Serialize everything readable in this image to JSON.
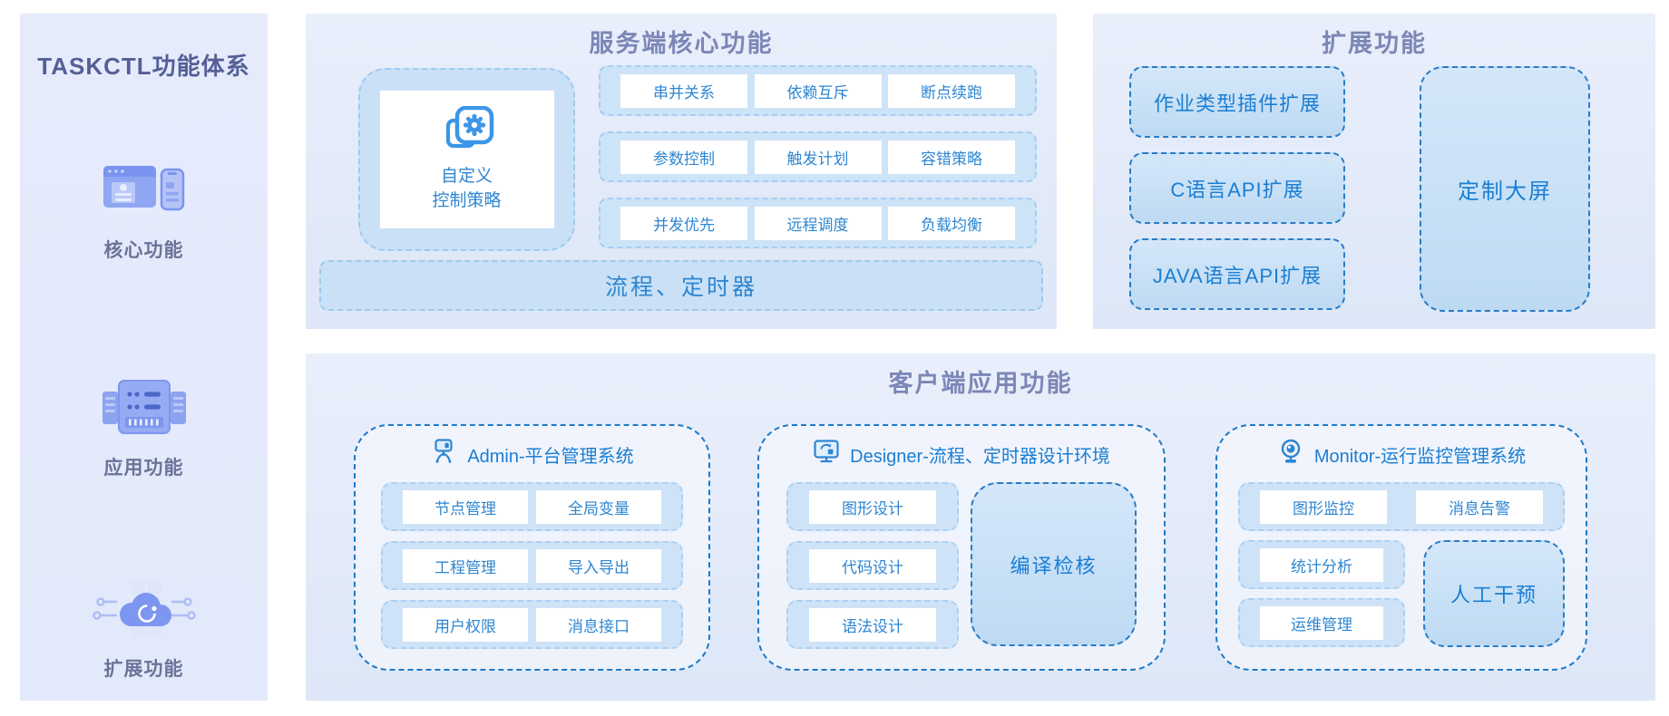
{
  "colors": {
    "accent_blue": "#2e86d1",
    "header_blue": "#1a7ed3",
    "dark_dash_border": "#2a7cc5",
    "light_dash_border": "#a6cdf1",
    "chip_fill": "#cde3f7",
    "title_gray_blue": "#7b87b6",
    "sidebar_bg": "#e4eafb"
  },
  "sidebar": {
    "title": "TASKCTL功能体系",
    "items": [
      {
        "label": "核心功能",
        "icon": "browser-phone-icon"
      },
      {
        "label": "应用功能",
        "icon": "server-icon"
      },
      {
        "label": "扩展功能",
        "icon": "cloud-gear-icon"
      }
    ]
  },
  "server_panel": {
    "title": "服务端核心功能",
    "custom_box": {
      "icon": "gear-copy-icon",
      "line1": "自定义",
      "line2": "控制策略"
    },
    "rows": [
      [
        "串并关系",
        "依赖互斥",
        "断点续跑"
      ],
      [
        "参数控制",
        "触发计划",
        "容错策略"
      ],
      [
        "并发优先",
        "远程调度",
        "负载均衡"
      ]
    ],
    "bottom_bar": "流程、定时器"
  },
  "extension_panel": {
    "title": "扩展功能",
    "items": [
      "作业类型插件扩展",
      "C语言API扩展",
      "JAVA语言API扩展"
    ],
    "big_item": "定制大屏"
  },
  "client_panel": {
    "title": "客户端应用功能",
    "sections": [
      {
        "name": "Admin-平台管理系统",
        "icon": "tripod-screen-icon",
        "rows": [
          [
            "节点管理",
            "全局变量"
          ],
          [
            "工程管理",
            "导入导出"
          ],
          [
            "用户权限",
            "消息接口"
          ]
        ]
      },
      {
        "name": "Designer-流程、定时器设计环境",
        "icon": "monitor-sync-icon",
        "rows": [
          [
            "图形设计"
          ],
          [
            "代码设计"
          ],
          [
            "语法设计"
          ]
        ],
        "big_item": "编译检核"
      },
      {
        "name": "Monitor-运行监控管理系统",
        "icon": "webcam-icon",
        "rows": [
          [
            "图形监控",
            "消息告警"
          ],
          [
            "统计分析"
          ],
          [
            "运维管理"
          ]
        ],
        "big_item": "人工干预"
      }
    ]
  }
}
